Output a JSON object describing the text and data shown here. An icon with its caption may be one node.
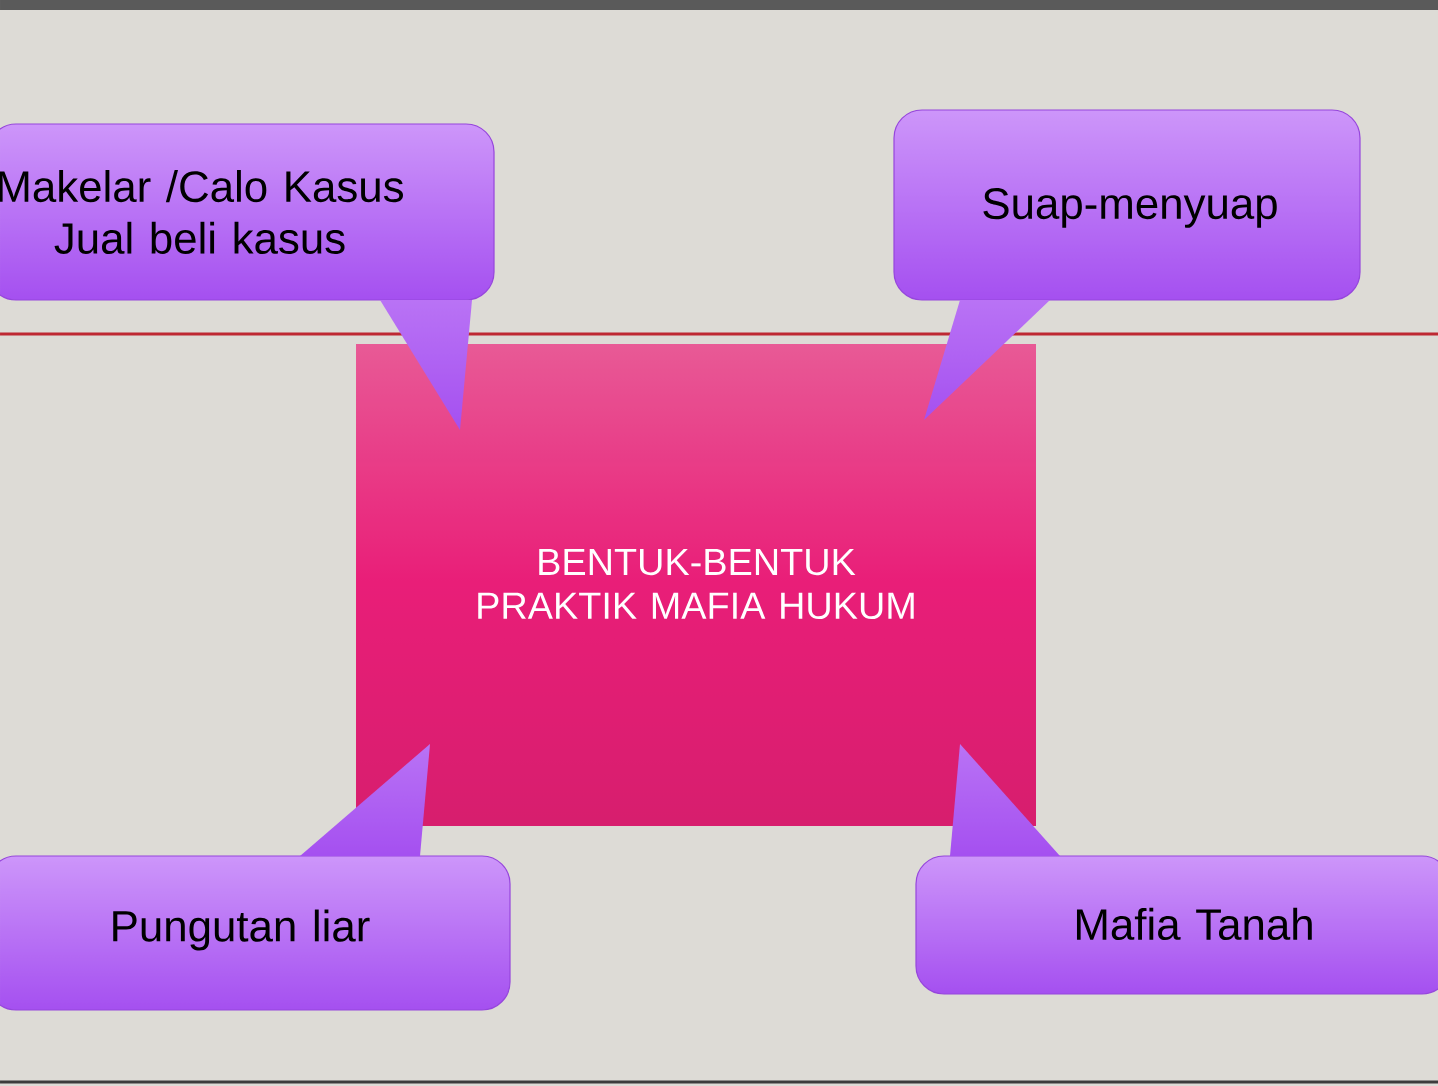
{
  "diagram": {
    "nodes": [
      {
        "text": [
          "BENTUK-BENTUK PRAKTIK MAFIA HUKUM"
        ]
      },
      {
        "text": [
          "Makelar /Calo Kasus Jual beli kasus"
        ]
      },
      {
        "text": [
          "Suap-menyuap"
        ]
      },
      {
        "text": [
          "Pungutan liar"
        ]
      },
      {
        "text": [
          "Mafia Tanah"
        ]
      }
    ]
  }
}
